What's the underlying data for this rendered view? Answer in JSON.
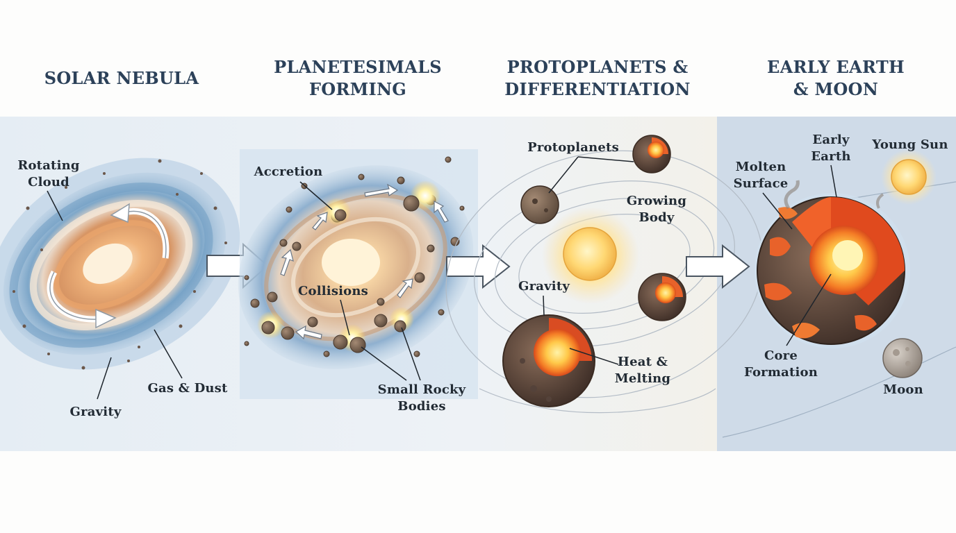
{
  "stages": [
    {
      "title": "SOLAR NEBULA",
      "labels": {
        "rotating_cloud": "Rotating\nCloud",
        "gas_dust": "Gas & Dust",
        "gravity": "Gravity"
      }
    },
    {
      "title": "PLANETESIMALS\nFORMING",
      "labels": {
        "accretion": "Accretion",
        "collisions": "Collisions",
        "small_rocky_bodies": "Small Rocky\nBodies"
      }
    },
    {
      "title": "PROTOPLANETS &\nDIFFERENTIATION",
      "labels": {
        "protoplanets": "Protoplanets",
        "growing_body": "Growing\nBody",
        "gravity": "Gravity",
        "heat_melting": "Heat &\nMelting"
      }
    },
    {
      "title": "EARLY EARTH\n& MOON",
      "labels": {
        "molten_surface": "Molten\nSurface",
        "early_earth": "Early\nEarth",
        "young_sun": "Young Sun",
        "core_formation": "Core\nFormation",
        "moon": "Moon"
      }
    }
  ],
  "colors": {
    "title": "#2c4159",
    "label": "#222b34",
    "nebula_blue": "#6f9cc2",
    "nebula_orange": "#e0a371",
    "molten": "#e8622a",
    "core": "#ffe27a",
    "panel_light": "#e6eef5",
    "panel_dark": "#cdd9e6"
  }
}
